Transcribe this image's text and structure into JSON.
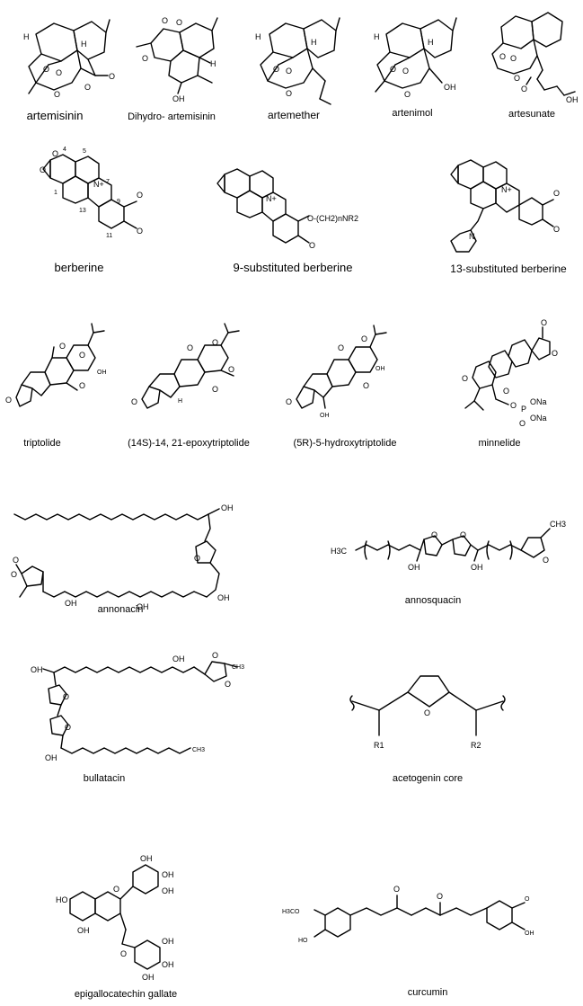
{
  "compounds": [
    {
      "name": "artemisinin"
    },
    {
      "name": "Dihydro- artemisinin"
    },
    {
      "name": "artemether"
    },
    {
      "name": "artenimol"
    },
    {
      "name": "artesunate"
    },
    {
      "name": "berberine"
    },
    {
      "name": "9-substituted berberine"
    },
    {
      "name": "13-substituted berberine"
    },
    {
      "name": "triptolide"
    },
    {
      "name": "(14S)-14, 21-epoxytriptolide"
    },
    {
      "name": "(5R)-5-hydroxytriptolide"
    },
    {
      "name": "minnelide"
    },
    {
      "name": "annonacin"
    },
    {
      "name": "annosquacin"
    },
    {
      "name": "bullatacin"
    },
    {
      "name": "acetogenin core"
    },
    {
      "name": "epigallocatechin gallate"
    },
    {
      "name": "curcumin"
    }
  ],
  "atoms": {
    "oh": "OH",
    "h": "H",
    "o": "O",
    "n": "N",
    "n_plus": "N+",
    "ona": "ONa",
    "p": "P",
    "r1": "R1",
    "r2": "R2",
    "ch3": "CH3",
    "h3c": "H3C",
    "h3co": "H3CO",
    "ho": "HO",
    "nr2_chain": "O-(CH2)nNR2",
    "n7": "7",
    "n7b": "7",
    "pos4": "4",
    "pos5": "5",
    "pos1": "1",
    "pos13": "13",
    "pos9": "9",
    "pos11": "11"
  }
}
